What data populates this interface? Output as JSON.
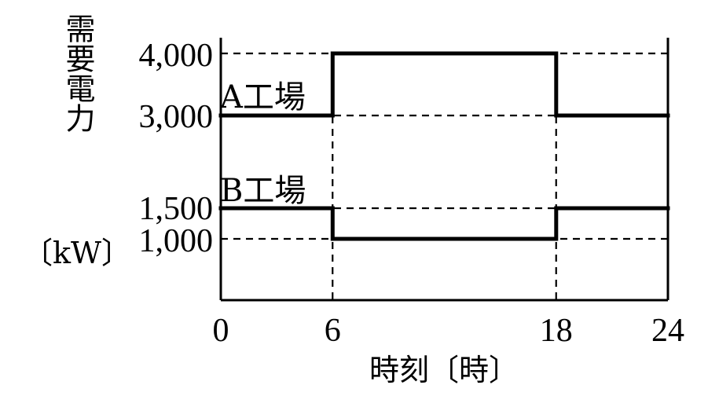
{
  "chart_data": {
    "type": "line",
    "step": true,
    "xlabel": "時刻〔時〕",
    "ylabel": "需要電力",
    "ylabel_unit": "〔kW〕",
    "xlim": [
      0,
      24
    ],
    "x_ticks": [
      0,
      6,
      18,
      24
    ],
    "x_tick_labels": [
      "0",
      "6",
      "18",
      "24"
    ],
    "y_ticks": [
      1000,
      1500,
      3000,
      4000
    ],
    "y_tick_labels": [
      "1,000",
      "1,500",
      "3,000",
      "4,000"
    ],
    "series": [
      {
        "name": "A工場",
        "x": [
          0,
          6,
          6,
          18,
          18,
          24
        ],
        "y": [
          3000,
          3000,
          4000,
          4000,
          3000,
          3000
        ]
      },
      {
        "name": "B工場",
        "x": [
          0,
          6,
          6,
          18,
          18,
          24
        ],
        "y": [
          1500,
          1500,
          1000,
          1000,
          1500,
          1500
        ]
      }
    ],
    "grid": false,
    "guide_lines": "dashed",
    "legend": "inline-labels"
  }
}
